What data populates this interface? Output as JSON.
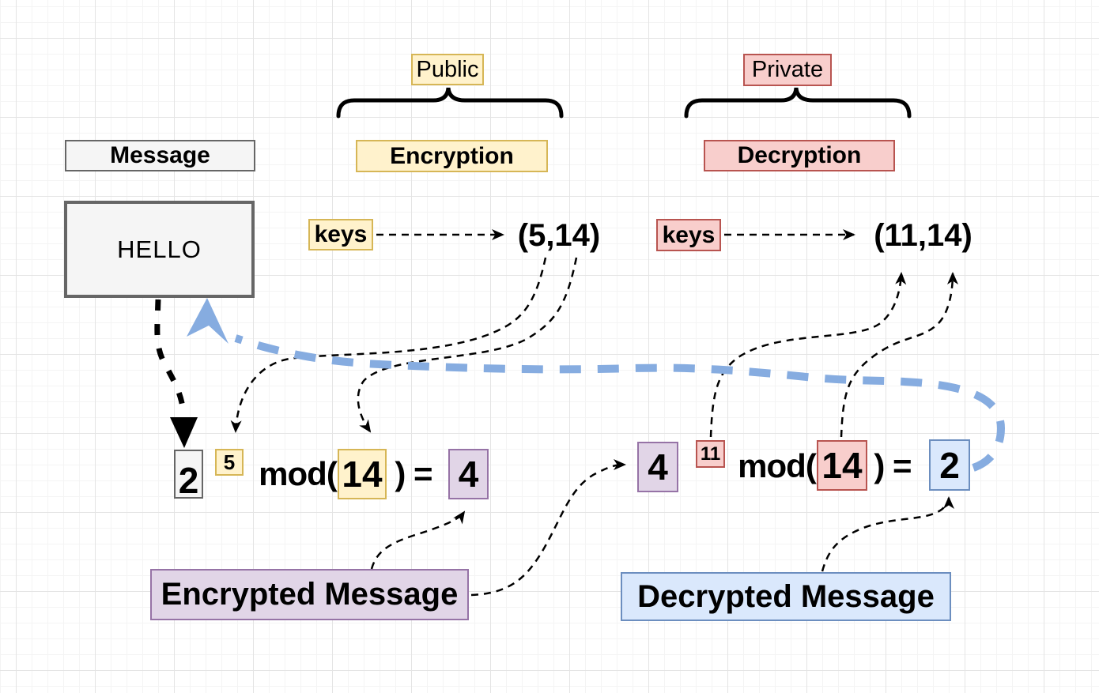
{
  "diagram": {
    "title_labels": {
      "public": "Public",
      "private": "Private",
      "message": "Message",
      "encryption": "Encryption",
      "decryption": "Decryption"
    },
    "message_box": "HELLO",
    "public_keys_label": "keys",
    "private_keys_label": "keys",
    "public_key_pair": "(5,14)",
    "private_key_pair": "(11,14)",
    "encryption_equation": {
      "base": "2",
      "exponent": "5",
      "mod_open": "mod(",
      "modulus": "14",
      "close_equals": ") =",
      "result": "4"
    },
    "decryption_equation": {
      "base": "4",
      "exponent": "11",
      "mod_open": "mod(",
      "modulus": "14",
      "close_equals": ") =",
      "result": "2"
    },
    "encrypted_message": "Encrypted Message",
    "decrypted_message": "Decrypted Message",
    "colors": {
      "public_fill": "#fff2cc",
      "public_stroke": "#d6b656",
      "private_fill": "#f8cecc",
      "private_stroke": "#b85450",
      "encrypted_fill": "#e1d5e7",
      "encrypted_stroke": "#9673a6",
      "decrypted_fill": "#dae8fc",
      "decrypted_stroke": "#6c8ebf",
      "message_fill": "#f5f5f5",
      "message_stroke": "#666666",
      "loop_arrow_blue": "#86ace0"
    }
  }
}
